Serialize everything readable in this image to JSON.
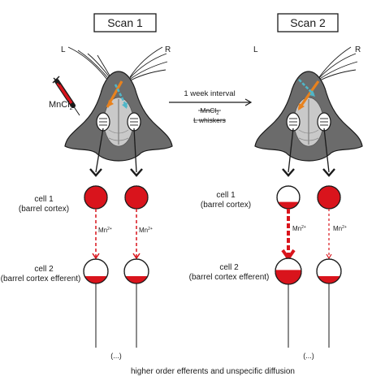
{
  "panels": {
    "scan1": {
      "title": "Scan 1",
      "left_label": "L",
      "right_label": "R"
    },
    "scan2": {
      "title": "Scan 2",
      "left_label": "L",
      "right_label": "R"
    }
  },
  "tracer": {
    "main": "MnCl",
    "sub": "2"
  },
  "interval": {
    "label": "1 week interval",
    "struck_line1_main": "MnCl",
    "struck_line1_sub": "2",
    "struck_line2": "L whiskers"
  },
  "cells": {
    "cell1": {
      "name": "cell 1",
      "desc": "(barrel cortex)"
    },
    "cell2": {
      "name": "cell 2",
      "desc": "(barrel cortex efferent)"
    }
  },
  "ion": {
    "main": "Mn",
    "sup": "2+"
  },
  "ellipsis": "(...)",
  "footer": "higher order efferents and unspecific diffusion",
  "colors": {
    "red": "#d9141c",
    "head": "#6b6b6b",
    "orange": "#e8821e",
    "cyan": "#4fb6c8",
    "line": "#1a1a1a"
  },
  "fills": {
    "scan1_left_cell1": 1.0,
    "scan1_right_cell1": 1.0,
    "scan1_left_cell2": 0.3,
    "scan1_right_cell2": 0.3,
    "scan2_left_cell1": 0.3,
    "scan2_right_cell1": 1.0,
    "scan2_left_cell2": 0.55,
    "scan2_right_cell2": 0.3
  }
}
